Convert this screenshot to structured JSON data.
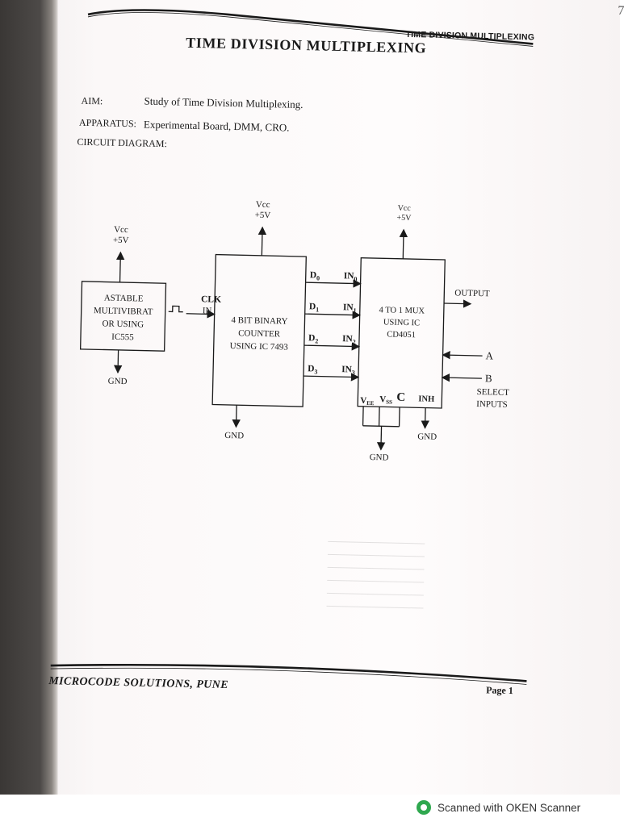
{
  "header": {
    "running_title": "TIME DIVISION MULTIPLEXING",
    "title": "TIME DIVISION MULTIPLEXING",
    "margin_mark": "7"
  },
  "aim": {
    "label": "AIM:",
    "text": "Study of Time Division Multiplexing."
  },
  "apparatus": {
    "label": "APPARATUS:",
    "text": "Experimental Board, DMM, CRO."
  },
  "circuit": {
    "label": "CIRCUIT DIAGRAM:",
    "vcc_astable": [
      "Vcc",
      "+5V"
    ],
    "vcc_counter": [
      "Vcc",
      "+5V"
    ],
    "vcc_mux": [
      "Vcc",
      "+5V"
    ],
    "astable_lines": [
      "ASTABLE",
      "MULTIVIBRAT",
      "OR USING",
      "IC555"
    ],
    "counter_lines": [
      "4 BIT BINARY",
      "COUNTER",
      "USING IC 7493"
    ],
    "mux_lines": [
      "4 TO 1 MUX",
      "USING IC",
      "CD4051"
    ],
    "clk": "CLK",
    "clk_in": "IN",
    "d_outputs": [
      "D",
      "D",
      "D",
      "D"
    ],
    "d_subscripts": [
      "0",
      "1",
      "2",
      "3"
    ],
    "mux_inputs": [
      "IN",
      "IN",
      "IN",
      "IN"
    ],
    "in_subscripts": [
      "0",
      "1",
      "2",
      "3"
    ],
    "output": "OUTPUT",
    "select_a": "A",
    "select_b": "B",
    "select_inputs": [
      "SELECT",
      "INPUTS"
    ],
    "pin_vee": "V",
    "pin_vee_sub": "EE",
    "pin_vss": "V",
    "pin_vss_sub": "SS",
    "pin_c": "C",
    "pin_inh": "INH",
    "gnd_labels": [
      "GND",
      "GND",
      "GND",
      "GND"
    ]
  },
  "footer": {
    "publisher": "MICROCODE SOLUTIONS, PUNE",
    "page": "Page 1"
  },
  "scanner_badge": "Scanned with OKEN Scanner"
}
